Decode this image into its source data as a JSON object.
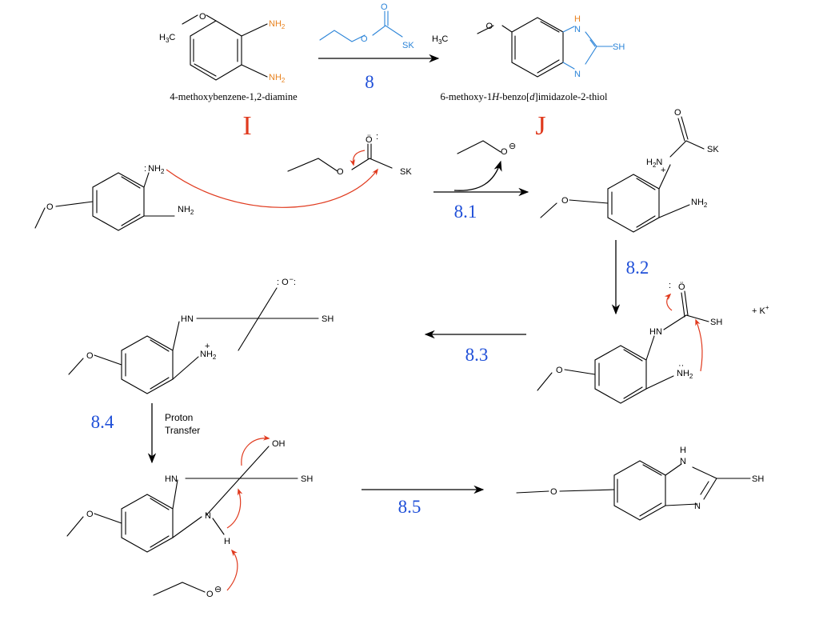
{
  "colors": {
    "label_red": "#e03a1e",
    "step_blue": "#1f4fd8",
    "reagent_blue": "#2b84d8",
    "amine_orange": "#e8821e",
    "mech_arrow": "#e03a1e"
  },
  "compounds": {
    "start_name": "4-methoxybenzene-1,2-diamine",
    "start_letter": "I",
    "reagent_number": "8",
    "product_name_a": "6-methoxy-1",
    "product_name_h": "H",
    "product_name_b": "-benzo[",
    "product_name_d": "d",
    "product_name_c": "]imidazole-2-thiol",
    "product_letter": "J"
  },
  "steps": {
    "s1": "8.1",
    "s2": "8.2",
    "s3": "8.3",
    "s4": "8.4",
    "s5": "8.5"
  },
  "notes": {
    "proton": "Proton",
    "transfer": "Transfer",
    "kplus": "+ K",
    "kplus_sup": "+"
  },
  "atoms": {
    "h3c": "H",
    "h3c_sub": "3",
    "h3c_c": "C",
    "o": "O",
    "nh2": "NH",
    "nh2_sub": "2",
    "sk": "SK",
    "sh": "SH",
    "hn": "HN",
    "n": "N",
    "h": "H",
    "oh": "OH",
    "h2n": "H",
    "h2n_sub": "2",
    "h2n_n": "N",
    "nh_top": "N",
    "h_top": "H",
    "plus": "+",
    "minus": "⊖",
    "lone": ":",
    "o_dots": "Ö",
    "o_minus": "O"
  }
}
